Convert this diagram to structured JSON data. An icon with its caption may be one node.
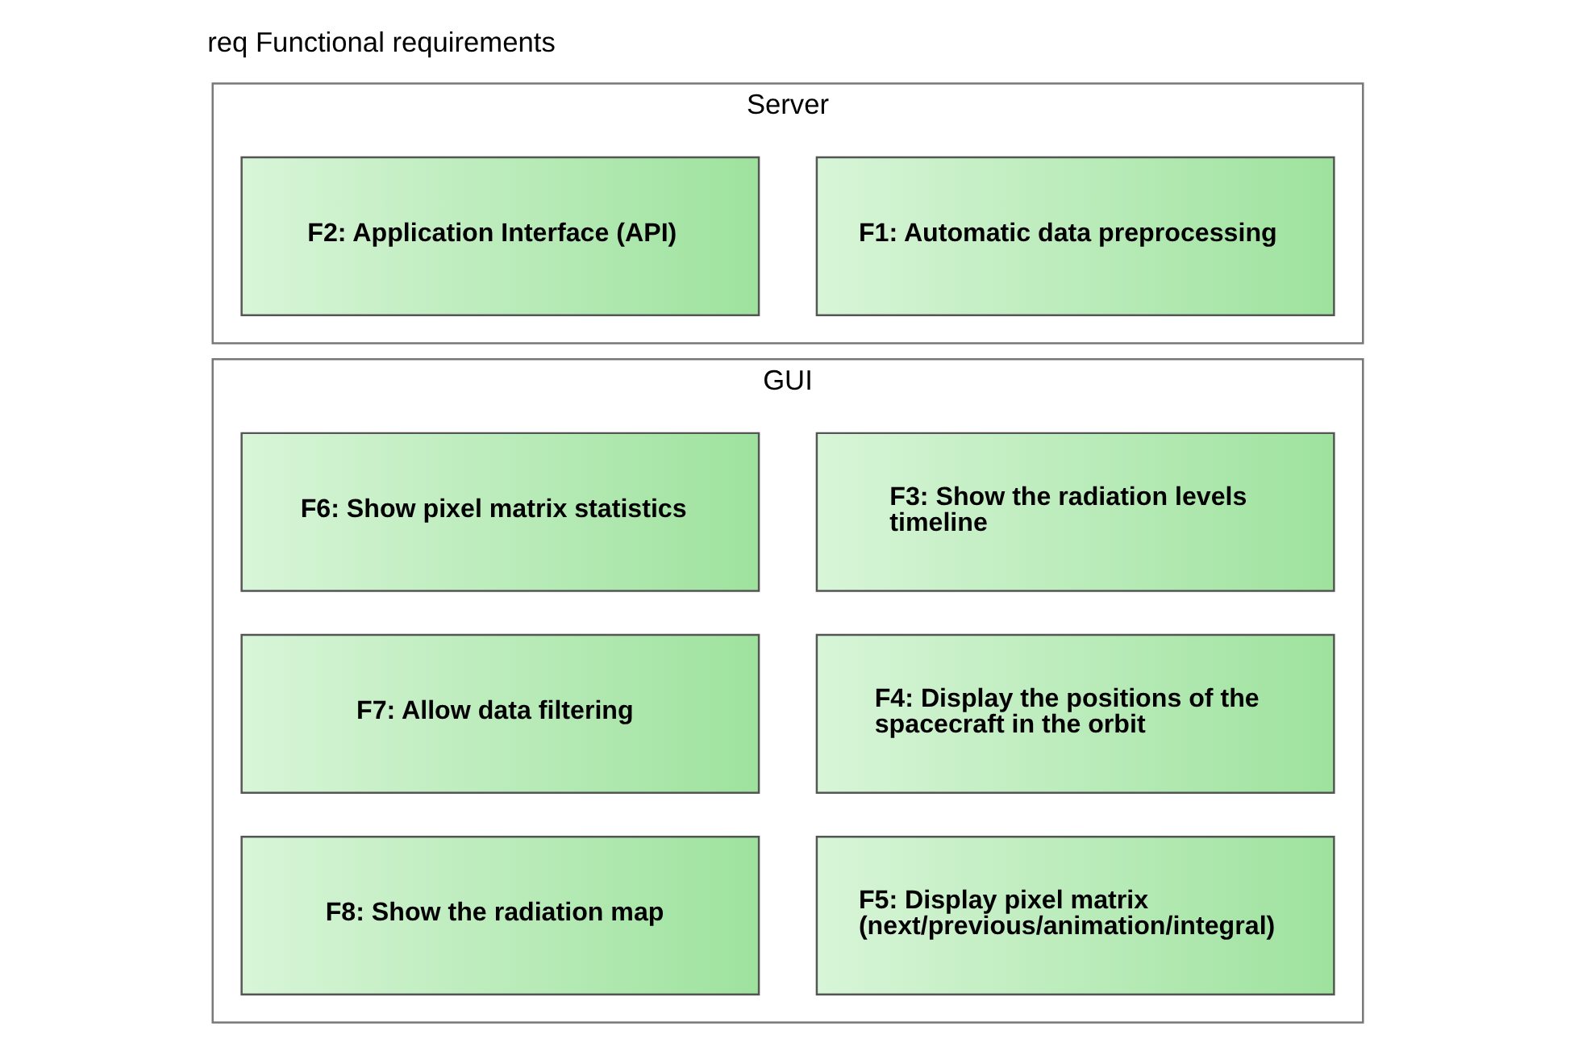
{
  "diagram": {
    "title": "req Functional requirements",
    "nodes": [
      {
        "text": [
          "Server"
        ]
      },
      {
        "text": [
          "F1: Automatic data preprocessing"
        ],
        "in": 0
      },
      {
        "text": [
          "F2: Application Interface (API)"
        ],
        "in": 0
      },
      {
        "text": [
          "GUI"
        ]
      },
      {
        "text": [
          "F3: Show the radiation levels timeline"
        ],
        "in": 3
      },
      {
        "text": [
          "F6: Show pixel matrix statistics"
        ],
        "in": 3
      },
      {
        "text": [
          "F4: Display the positions of the spacecraft in the orbit"
        ],
        "in": 3
      },
      {
        "text": [
          "F7: Allow data filtering"
        ],
        "in": 3
      },
      {
        "text": [
          "F5: Display pixel matrix (next/previous/animation/integral)"
        ],
        "in": 3
      },
      {
        "text": [
          "F8: Show the radiation map"
        ],
        "in": 3
      }
    ],
    "edges": []
  }
}
